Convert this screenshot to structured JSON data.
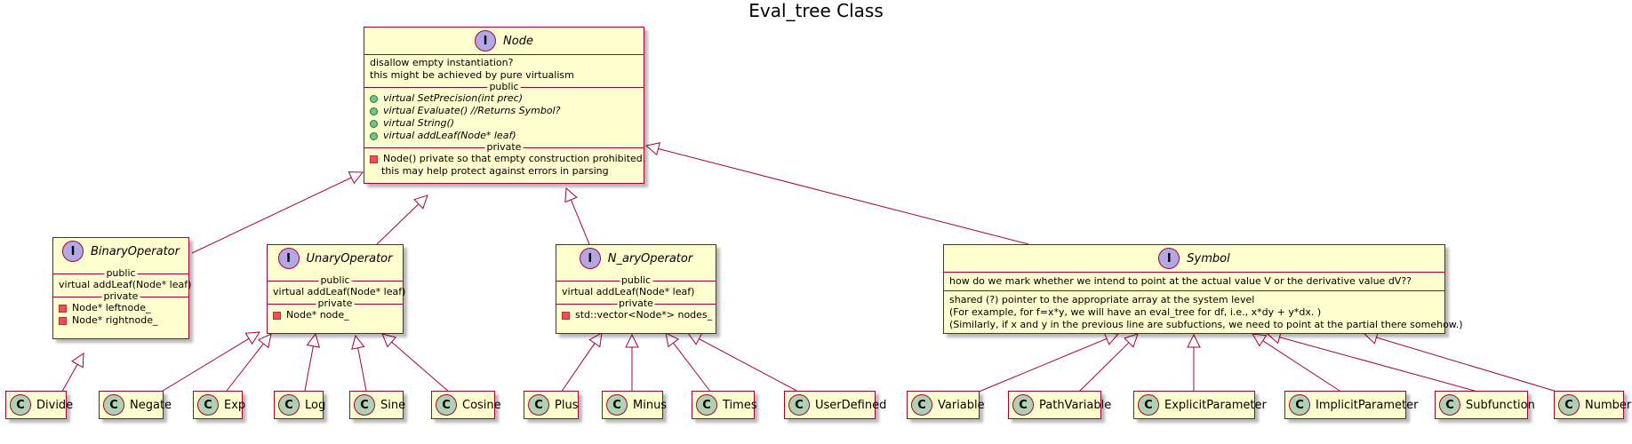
{
  "title": "Eval_tree Class",
  "colors": {
    "box_fill": "#FEFECE",
    "border": "#A80036",
    "interface_badge": "#B4A7E5",
    "class_badge": "#ADD1B2",
    "public_marker": "#84BE84",
    "private_marker": "#F24D5C"
  },
  "badges": {
    "interface": "I",
    "class": "C"
  },
  "node": {
    "name": "Node",
    "note1": "disallow empty instantiation?",
    "note2": "this might be achieved by pure virtualism",
    "public_label": "public",
    "methods": [
      "virtual SetPrecision(int prec)",
      "virtual Evaluate() //Returns Symbol?",
      "virtual String()",
      "virtual addLeaf(Node* leaf)"
    ],
    "private_label": "private",
    "private1": "Node()  private so that empty construction prohibited.",
    "private2": "this may help protect against errors in parsing"
  },
  "binary": {
    "name": "BinaryOperator",
    "public_label": "public",
    "method": "virtual addLeaf(Node* leaf)",
    "private_label": "private",
    "fields": [
      "Node* leftnode_",
      "Node* rightnode_"
    ]
  },
  "unary": {
    "name": "UnaryOperator",
    "public_label": "public",
    "method": "virtual addLeaf(Node* leaf)",
    "private_label": "private",
    "fields": [
      "Node* node_"
    ]
  },
  "nary": {
    "name": "N_aryOperator",
    "public_label": "public",
    "method": "virtual addLeaf(Node* leaf)",
    "private_label": "private",
    "fields": [
      "std::vector<Node*> nodes_"
    ]
  },
  "symbol": {
    "name": "Symbol",
    "line1": "how do we mark whether we intend to point at the actual value V or the derivative value dV??",
    "line2": "shared (?) pointer to the appropriate array at the system level",
    "line3": "(For example, for f=x*y, we will have an eval_tree for df, i.e., x*dy + y*dx. )",
    "line4": "(Similarly, if x and y in the previous line are subfuctions, we need to point at the partial there somehow.)"
  },
  "leaves": {
    "divide": "Divide",
    "negate": "Negate",
    "exp": "Exp",
    "log": "Log",
    "sine": "Sine",
    "cosine": "Cosine",
    "plus": "Plus",
    "minus": "Minus",
    "times": "Times",
    "userdefined": "UserDefined",
    "variable": "Variable",
    "pathvariable": "PathVariable",
    "explicitparameter": "ExplicitParameter",
    "implicitparameter": "ImplicitParameter",
    "subfunction": "Subfunction",
    "number": "Number"
  }
}
